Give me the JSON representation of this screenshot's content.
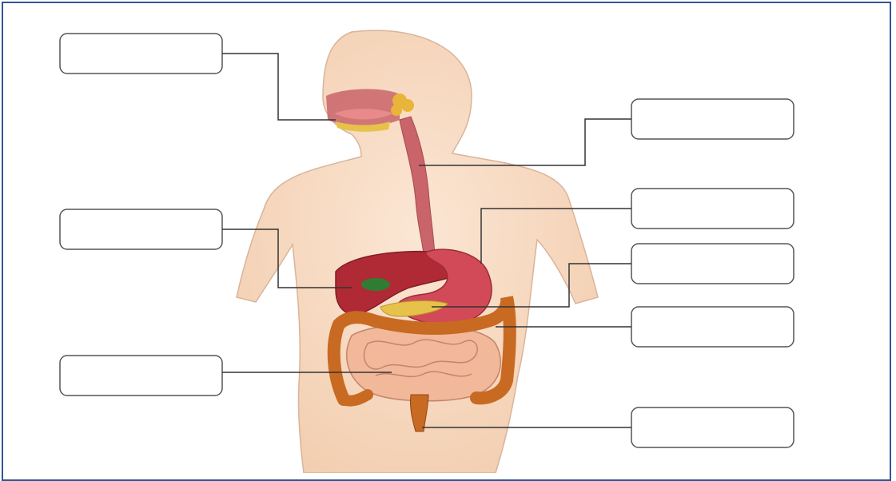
{
  "diagram": {
    "colors": {
      "frame": "#2f5597",
      "skin": "#f8dcc0",
      "skin_outline": "#b08c78",
      "esophagus": "#c9646a",
      "liver": "#b02a36",
      "stomach": "#d24a58",
      "gallbladder": "#2e7d32",
      "pancreas": "#e6c24a",
      "large_intestine": "#c86a22",
      "small_intestine": "#f2b89a",
      "salivary_gland": "#e8b43a",
      "leader_line": "#333333",
      "label_box_border": "#555555"
    },
    "labels": [
      {
        "id": "mouth",
        "text": ""
      },
      {
        "id": "esophagus",
        "text": ""
      },
      {
        "id": "liver",
        "text": ""
      },
      {
        "id": "stomach",
        "text": ""
      },
      {
        "id": "pancreas",
        "text": ""
      },
      {
        "id": "large-intestine",
        "text": ""
      },
      {
        "id": "small-intestine",
        "text": ""
      },
      {
        "id": "rectum",
        "text": ""
      }
    ]
  }
}
